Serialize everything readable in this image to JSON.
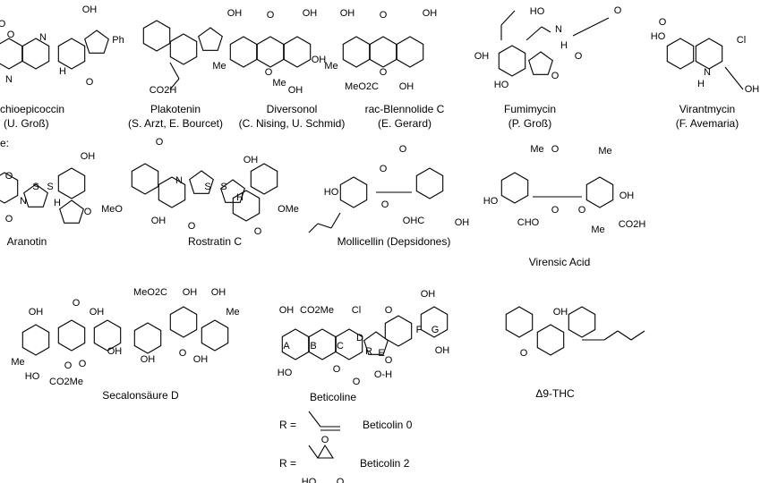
{
  "section_fragment": "e:",
  "compounds": [
    {
      "name": "chioepicoccin",
      "credit": "(U. Groß)",
      "atoms": [
        "OH",
        "N",
        "N",
        "O",
        "O",
        "H",
        "O"
      ]
    },
    {
      "name": "Plakotenin",
      "credit": "(S. Arzt, E. Bourcet)",
      "atoms": [
        "Ph",
        "CO2H"
      ]
    },
    {
      "name": "Diversonol",
      "credit": "(C. Nising, U. Schmid)",
      "atoms": [
        "OH",
        "O",
        "OH",
        "Me",
        "O",
        "Me",
        "OH",
        "OH"
      ]
    },
    {
      "name": "rac-Blennolide C",
      "credit": "(E. Gerard)",
      "atoms": [
        "OH",
        "O",
        "OH",
        "Me",
        "O",
        "MeO2C",
        "OH"
      ]
    },
    {
      "name": "Fumimycin",
      "credit": "(P. Groß)",
      "atoms": [
        "OH",
        "HO",
        "HO",
        "N",
        "H",
        "O",
        "O",
        "O"
      ]
    },
    {
      "name": "Virantmycin",
      "credit": "(F. Avemaria)",
      "atoms": [
        "HO",
        "O",
        "Cl",
        "N",
        "H",
        "OH"
      ]
    },
    {
      "name": "Aranotin",
      "atoms": [
        "OH",
        "O",
        "N",
        "S",
        "S",
        "H",
        "O",
        "O"
      ]
    },
    {
      "name": "Rostratin C",
      "atoms": [
        "O",
        "MeO",
        "OH",
        "N",
        "S",
        "S",
        "O",
        "OH",
        "OMe",
        "O",
        "H"
      ]
    },
    {
      "name": "Mollicellin (Depsidones)",
      "atoms": [
        "O",
        "HO",
        "O",
        "O",
        "OHC",
        "OH"
      ]
    },
    {
      "name": "Virensic Acid",
      "atoms": [
        "Me",
        "O",
        "Me",
        "HO",
        "O",
        "OH",
        "CHO",
        "O",
        "Me",
        "CO2H"
      ]
    },
    {
      "name": "Secalonsäure D",
      "atoms": [
        "MeO2C",
        "OH",
        "OH",
        "O",
        "OH",
        "Me",
        "OH",
        "O",
        "OH",
        "Me",
        "HO",
        "CO2Me",
        "O",
        "O",
        "OH",
        "OH"
      ]
    },
    {
      "name": "Beticoline",
      "atoms": [
        "OH",
        "CO2Me",
        "Cl",
        "O",
        "HO",
        "A",
        "B",
        "C",
        "D",
        "R",
        "E",
        "F",
        "G",
        "OH",
        "O",
        "O",
        "O-H",
        "OH",
        "O"
      ]
    },
    {
      "name": "Δ9-THC",
      "atoms": [
        "OH",
        "O"
      ]
    }
  ],
  "variants": [
    {
      "prefix": "R =",
      "name": "Beticolin 0",
      "substituent": "vinyl"
    },
    {
      "prefix": "R =",
      "name": "Beticolin 2",
      "substituent": "epoxide",
      "atoms": [
        "O"
      ]
    }
  ],
  "trailing_fragment": [
    "HO",
    "O"
  ],
  "colors": {
    "ink": "#000000",
    "background": "#ffffff"
  }
}
